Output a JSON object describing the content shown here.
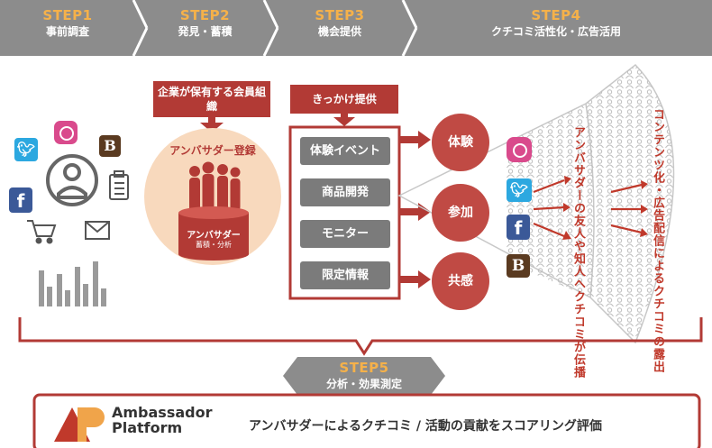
{
  "steps": [
    {
      "name": "STEP1",
      "sub": "事前調査"
    },
    {
      "name": "STEP2",
      "sub": "発見・蓄積"
    },
    {
      "name": "STEP3",
      "sub": "機会提供"
    },
    {
      "name": "STEP4",
      "sub": "クチコミ活性化・広告活用"
    },
    {
      "name": "STEP5",
      "sub": "分析・効果測定"
    }
  ],
  "step2": {
    "box_label": "企業が保有する会員組織",
    "registration_label": "アンバサダー登録",
    "pedestal_title": "アンバサダー",
    "pedestal_sub": "蓄積・分析"
  },
  "step3": {
    "box_label": "きっかけ提供",
    "items": [
      "体験イベント",
      "商品開発",
      "モニター",
      "限定情報"
    ]
  },
  "reactions": [
    "体験",
    "参加",
    "共感"
  ],
  "step4": {
    "vertical_left": "アンバサダーの友人や知人へクチコミが伝播",
    "vertical_right": "コンテンツ化・広告配信によるクチコミの露出"
  },
  "footer": {
    "brand_line1": "Ambassador",
    "brand_line2": "Platform",
    "tagline": "アンバサダーによるクチコミ / 活動の貢献をスコアリング評価"
  },
  "colors": {
    "step_band": "#8c8c8c",
    "step_name": "#f5b14a",
    "accent_red": "#b23a35",
    "circle_red": "#c04a44",
    "gray_button": "#7b7b7b",
    "peach": "#f8d9bd"
  },
  "icons": [
    "twitter-icon",
    "instagram-icon",
    "blogger-icon",
    "facebook-icon",
    "user-profile-icon",
    "clipboard-icon",
    "cart-icon",
    "mail-icon",
    "bar-chart-icon",
    "people-crowd-icon"
  ]
}
